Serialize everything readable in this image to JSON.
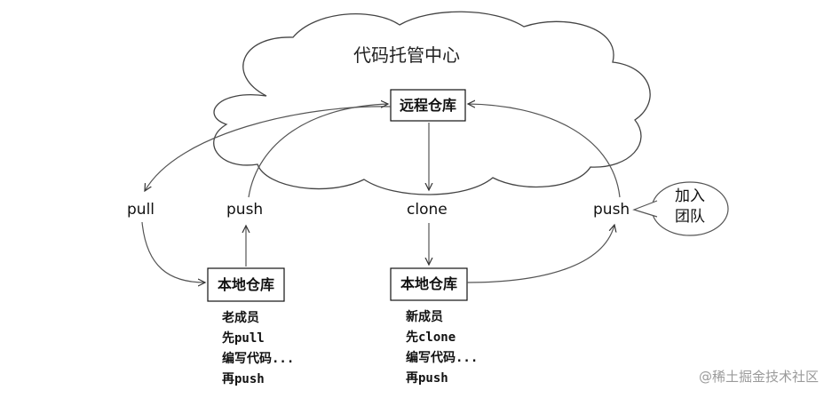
{
  "title": "代码托管中心",
  "remote_repo": "远程仓库",
  "actions": {
    "pull": "pull",
    "push_left": "push",
    "clone": "clone",
    "push_right": "push"
  },
  "join_team": [
    "加入",
    "团队"
  ],
  "local_repo_left": "本地仓库",
  "local_repo_right": "本地仓库",
  "old_member_steps": [
    "老成员",
    "先pull",
    "编写代码...",
    "再push"
  ],
  "new_member_steps": [
    "新成员",
    "先clone",
    "编写代码...",
    "再push"
  ],
  "watermark": "@稀土掘金技术社区",
  "colors": {
    "line": "#555555",
    "text": "#111111",
    "watermark": "#9a9a9a"
  }
}
